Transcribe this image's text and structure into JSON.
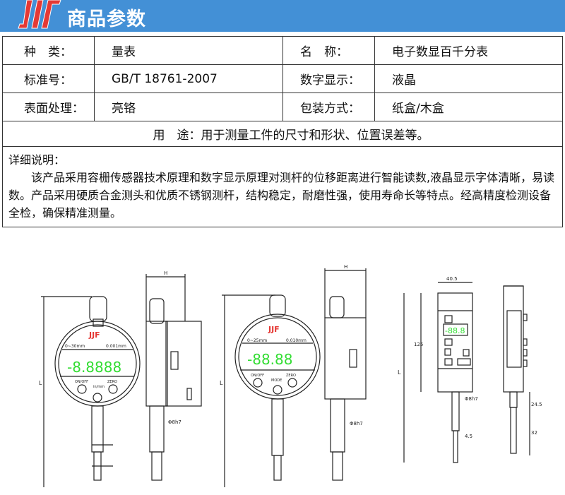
{
  "header": {
    "title": "商品参数",
    "accent": "#4390d6",
    "logo_color": "#e53935"
  },
  "specs": [
    {
      "label": "种　类：",
      "value": "量表",
      "label2": "名　称：",
      "value2": "电子数显百千分表"
    },
    {
      "label": "标准号：",
      "value": "GB/T 18761-2007",
      "label2": "数字显示：",
      "value2": "液晶"
    },
    {
      "label": "表面处理：",
      "value": "亮铬",
      "label2": "包装方式：",
      "value2": "纸盒/木盒"
    }
  ],
  "usage": "用　途：用于测量工件的尺寸和形状、位置误差等。",
  "detail": {
    "title": "详细说明：",
    "text": "该产品采用容栅传感器技术原理和数字显示原理对测杆的位移距离进行智能读数,液晶显示字体清晰，易读数。产品采用硬质合金测头和优质不锈钢测杆，结构稳定，耐磨性强，使用寿命长等特点。经高精度检测设备全检，确保精准测量。"
  },
  "drawings": {
    "gauge1": {
      "range": "0~30mm",
      "resolution": "0.001mm",
      "reading": "-8.8888",
      "unit": "in",
      "btn1": "ON/OFF",
      "btn2": "ZERO",
      "btn3": "in/mm"
    },
    "gauge2": {
      "range": "0~25mm",
      "resolution": "0.010mm",
      "reading": "-88.88",
      "btn1": "ON/OFF",
      "btn2": "ZERO",
      "btn3": "MODE"
    },
    "gauge3": {
      "reading": "-88.8",
      "width": "40.5",
      "height": "125",
      "stem": "Φ8h7",
      "tip": "4.5",
      "dim1": "24.5",
      "dim2": "32"
    },
    "dim_L": "L",
    "dim_H": "H",
    "stem": "Φ8h7",
    "lcd_color": "#33dd33"
  }
}
